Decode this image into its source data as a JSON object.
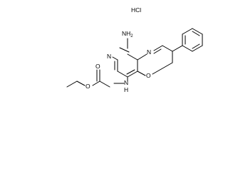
{
  "molecule": {
    "salt_label": "HCl",
    "atoms": {
      "amine": "NH",
      "amine_subscript": "2",
      "ring_n_upper": "N",
      "ring_n_lower": "N",
      "carbamate_nh": "N",
      "carbamate_nh_h": "H",
      "ring_o": "O",
      "carbonyl_o": "O",
      "ester_o": "O"
    }
  }
}
